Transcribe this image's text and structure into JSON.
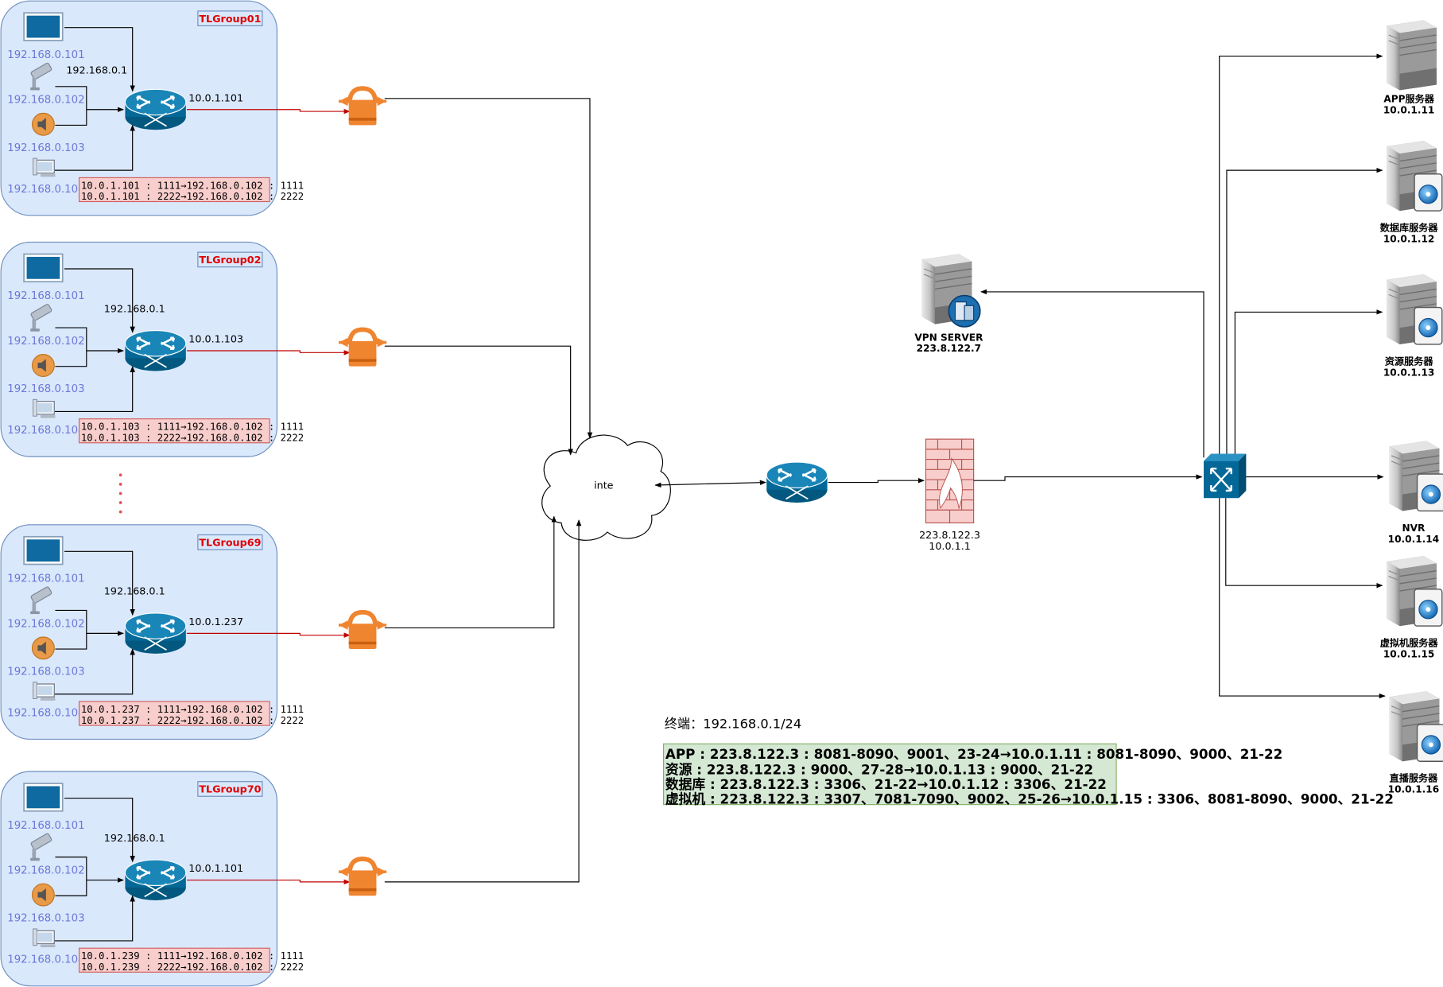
{
  "groups": [
    {
      "title": "TLGroup01",
      "gateway": "192.168.0.1",
      "wan_ip": "10.0.1.101",
      "devices": [
        "192.168.0.101",
        "192.168.0.102",
        "192.168.0.103",
        "192.168.0.104"
      ],
      "nat": [
        "10.0.1.101 : 1111→192.168.0.102 : 1111",
        "10.0.1.101 : 2222→192.168.0.102 : 2222"
      ]
    },
    {
      "title": "TLGroup02",
      "gateway": "192.168.0.1",
      "wan_ip": "10.0.1.103",
      "devices": [
        "192.168.0.101",
        "192.168.0.102",
        "192.168.0.103",
        "192.168.0.104"
      ],
      "nat": [
        "10.0.1.103 : 1111→192.168.0.102 : 1111",
        "10.0.1.103 : 2222→192.168.0.102 : 2222"
      ]
    },
    {
      "title": "TLGroup69",
      "gateway": "192.168.0.1",
      "wan_ip": "10.0.1.237",
      "devices": [
        "192.168.0.101",
        "192.168.0.102",
        "192.168.0.103",
        "192.168.0.104"
      ],
      "nat": [
        "10.0.1.237 : 1111→192.168.0.102 : 1111",
        "10.0.1.237 : 2222→192.168.0.102 : 2222"
      ]
    },
    {
      "title": "TLGroup70",
      "gateway": "192.168.0.1",
      "wan_ip": "10.0.1.101",
      "devices": [
        "192.168.0.101",
        "192.168.0.102",
        "192.168.0.103",
        "192.168.0.104"
      ],
      "nat": [
        "10.0.1.239 : 1111→192.168.0.102 : 1111",
        "10.0.1.239 : 2222→192.168.0.102 : 2222"
      ]
    }
  ],
  "cloud": {
    "label": "inte"
  },
  "firewall": {
    "ip_public": "223.8.122.3",
    "ip_internal": "10.0.1.1"
  },
  "vpn_server": {
    "name": "VPN SERVER",
    "ip": "223.8.122.7"
  },
  "servers": [
    {
      "name": "APP服务器",
      "ip": "10.0.1.11",
      "icon": "server-icon"
    },
    {
      "name": "数据库服务器",
      "ip": "10.0.1.12",
      "icon": "database-server-icon"
    },
    {
      "name": "资源服务器",
      "ip": "10.0.1.13",
      "icon": "resource-server-icon"
    },
    {
      "name": "NVR",
      "ip": "10.0.1.14",
      "icon": "nvr-server-icon"
    },
    {
      "name": "虚拟机服务器",
      "ip": "10.0.1.15",
      "icon": "vm-server-icon"
    },
    {
      "name": "直播服务器",
      "ip": "10.0.1.16",
      "icon": "live-server-icon"
    }
  ],
  "legend": {
    "terminal_label": "终端：192.168.0.1/24",
    "rules": [
      "APP : 223.8.122.3 : 8081-8090、9001、23-24→10.0.1.11 : 8081-8090、9000、21-22",
      "资源 : 223.8.122.3 : 9000、27-28→10.0.1.13 : 9000、21-22",
      "数据库 : 223.8.122.3 : 3306、21-22→10.0.1.12 : 3306、21-22",
      "虚拟机 : 223.8.122.3 : 3307、7081-7090、9002、25-26→10.0.1.15 : 3306、8081-8090、9000、21-22"
    ]
  },
  "colors": {
    "group_fill": "#dae8fc",
    "group_stroke": "#6c8ebf",
    "router": "#036897",
    "vpn_lock": "#f08530",
    "nat_fill": "#f8cecc",
    "nat_stroke": "#d06060",
    "legend_fill": "#d5e8d4",
    "legend_stroke": "#82b366",
    "red_link": "#c00000"
  }
}
